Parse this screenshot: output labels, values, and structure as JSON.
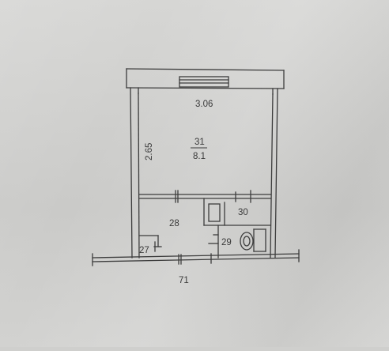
{
  "plan": {
    "dim_top_width": "3.06",
    "dim_left_height": "2.65",
    "room_main_number": "31",
    "room_main_area": "8.1",
    "room_hall_number": "28",
    "room_closet_number": "30",
    "room_bath_number": "29",
    "room_small_number": "27",
    "dim_bottom_number": "71"
  },
  "colors": {
    "paper": "#cfcfcd",
    "ink": "#3a3a3a"
  }
}
